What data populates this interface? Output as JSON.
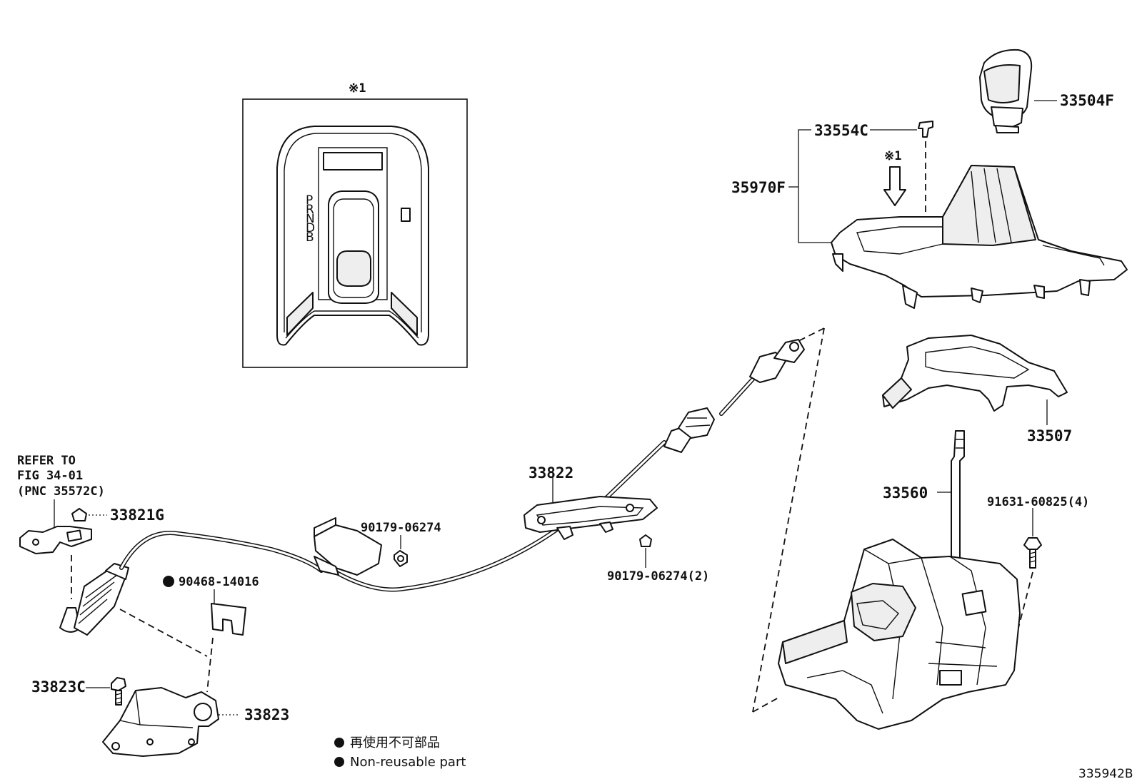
{
  "callouts": {
    "refer_line1": "REFER TO",
    "refer_line2": "FIG 34-01",
    "refer_line3": "(PNC 35572C)",
    "p33821G": "33821G",
    "p90468": "90468-14016",
    "p33823C": "33823C",
    "p33823": "33823",
    "p90179a": "90179-06274",
    "p33822": "33822",
    "p90179b": "90179-06274(2)",
    "p33554C": "33554C",
    "p35970F": "35970F",
    "p33504F": "33504F",
    "p33507": "33507",
    "p33560": "33560",
    "p91631": "91631-60825(4)",
    "ref_mark_top": "※1",
    "ref_mark_arrow": "※1"
  },
  "inset": {
    "gear_letters": [
      "P",
      "R",
      "N",
      "D",
      "B"
    ]
  },
  "legend": {
    "jp": "再使用不可部品",
    "en": "Non-reusable part"
  },
  "figure_number": "335942B"
}
